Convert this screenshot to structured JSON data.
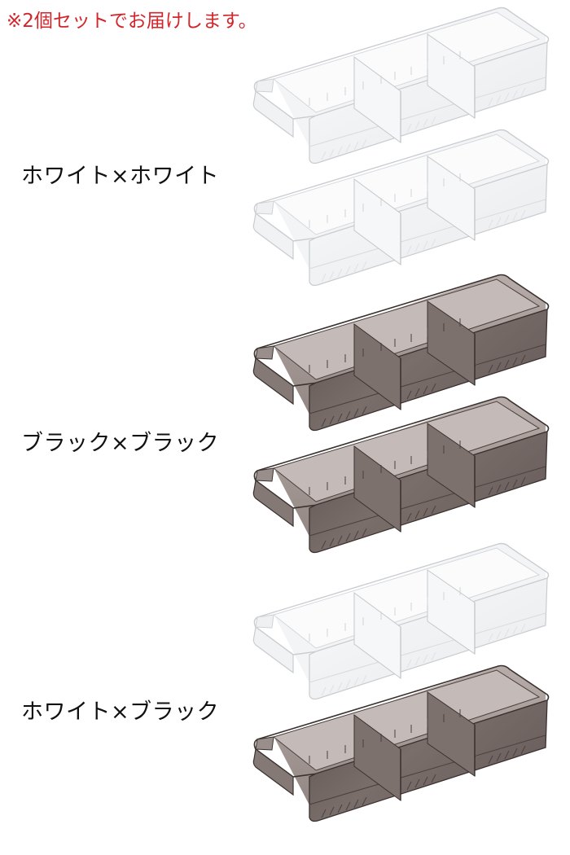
{
  "note": "※2個セットでお届けします。",
  "colors": {
    "note_red": "#d2262b",
    "label_text": "#111111",
    "white_tray_edge": "#c9ccd0",
    "smoke_tray_fill": "#6e6260",
    "smoke_tray_edge": "#3a3230"
  },
  "variants": [
    {
      "label": "ホワイト×ホワイト",
      "trays": [
        "white",
        "white"
      ]
    },
    {
      "label": "ブラック×ブラック",
      "trays": [
        "smoke",
        "smoke"
      ]
    },
    {
      "label": "ホワイト×ブラック",
      "trays": [
        "white",
        "smoke"
      ]
    }
  ]
}
